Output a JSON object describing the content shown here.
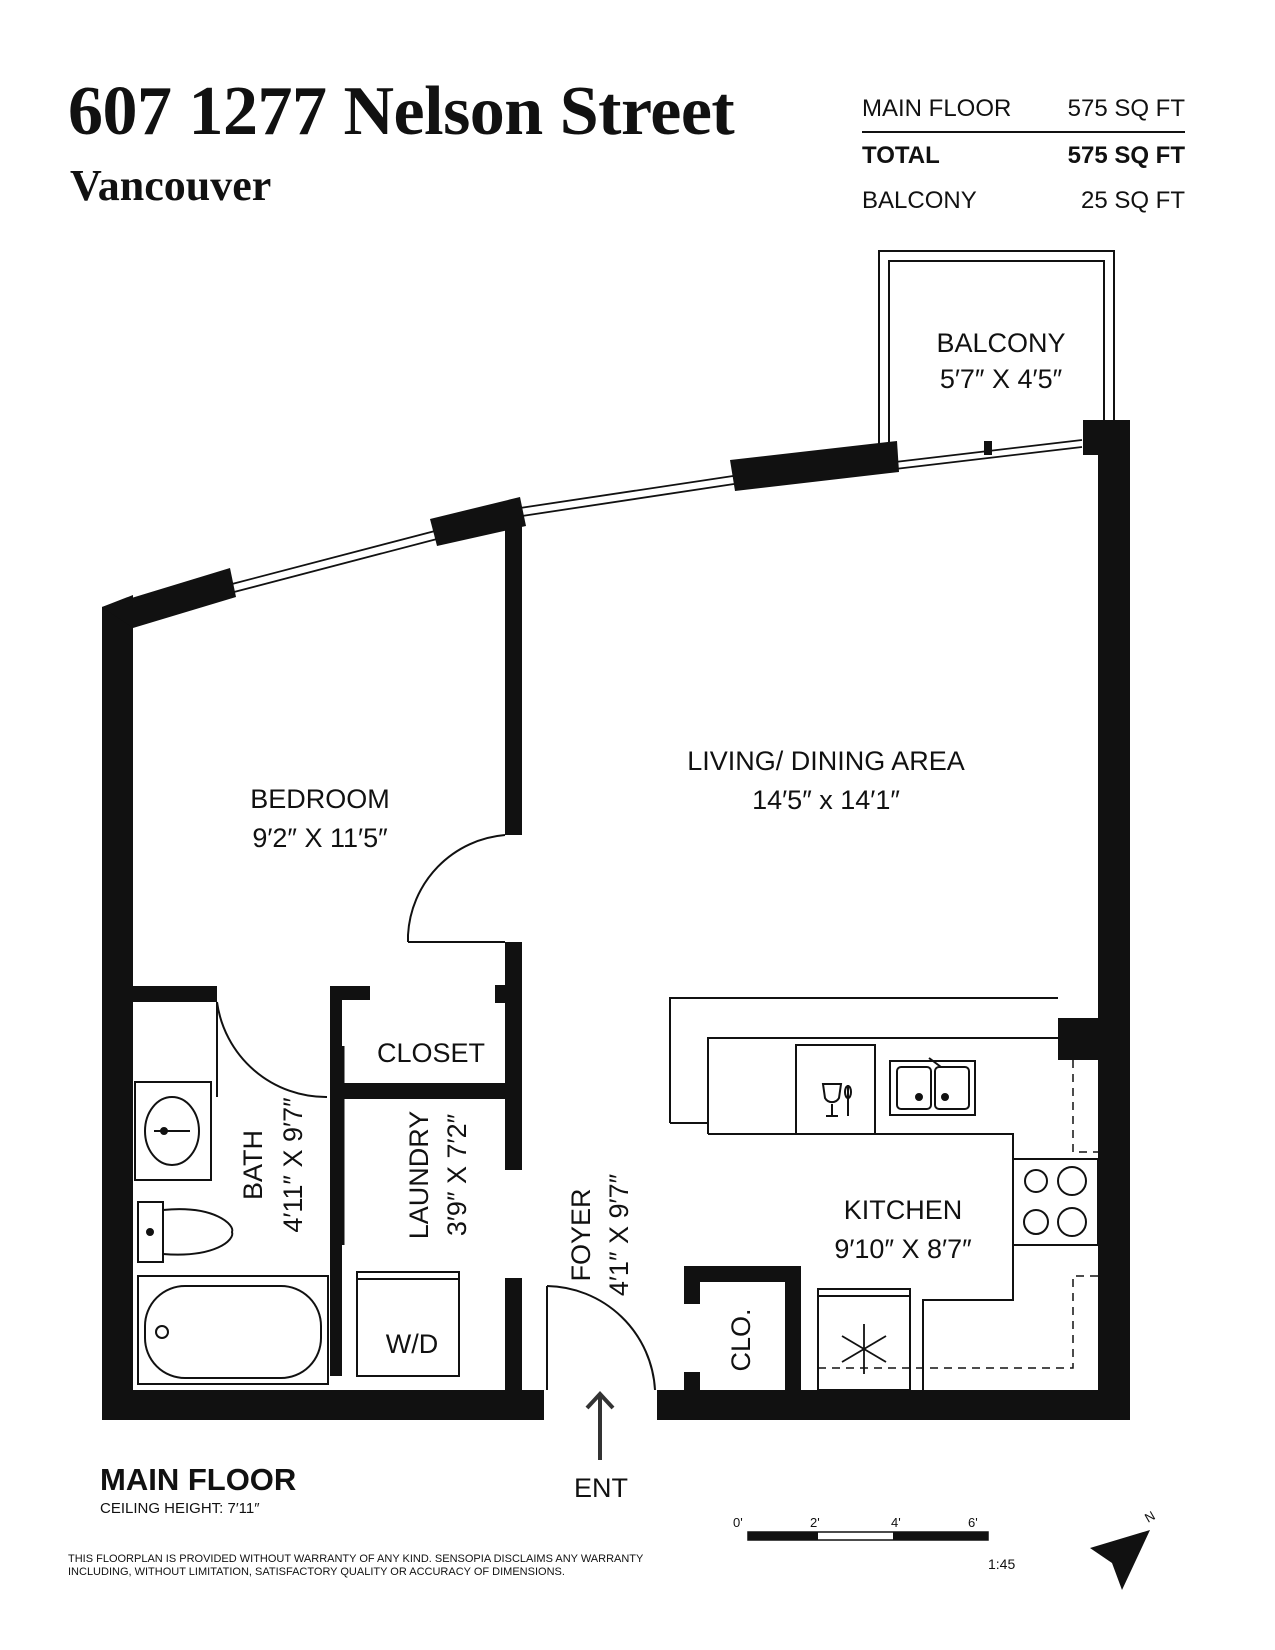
{
  "header": {
    "title": "607 1277 Nelson Street",
    "subtitle": "Vancouver"
  },
  "area_summary": {
    "rows": [
      {
        "label": "MAIN FLOOR",
        "value": "575 SQ FT"
      },
      {
        "label": "TOTAL",
        "value": "575 SQ FT"
      },
      {
        "label": "BALCONY",
        "value": "25 SQ FT"
      }
    ]
  },
  "rooms": {
    "balcony": {
      "name": "BALCONY",
      "dims": "5′7″ X 4′5″"
    },
    "living": {
      "name": "LIVING/ DINING AREA",
      "dims": "14′5″ x 14′1″"
    },
    "bedroom": {
      "name": "BEDROOM",
      "dims": "9′2″ X 11′5″"
    },
    "closet": {
      "name": "CLOSET"
    },
    "kitchen": {
      "name": "KITCHEN",
      "dims": "9′10″ X 8′7″"
    },
    "bath": {
      "name": "BATH",
      "dims": "4′11″ X 9′7″"
    },
    "laundry": {
      "name": "LAUNDRY",
      "dims": "3′9″ X 7′2″"
    },
    "foyer": {
      "name": "FOYER",
      "dims": "4′1″ X 9′7″"
    },
    "clo": {
      "name": "CLO."
    },
    "wd": {
      "name": "W/D"
    }
  },
  "entry_label": "ENT",
  "footer": {
    "floor_title": "MAIN FLOOR",
    "ceiling": "CEILING HEIGHT: 7′11″",
    "disclaimer": "THIS FLOORPLAN IS PROVIDED WITHOUT WARRANTY OF ANY KIND. SENSOPIA DISCLAIMS ANY WARRANTY INCLUDING, WITHOUT LIMITATION, SATISFACTORY QUALITY OR ACCURACY OF DIMENSIONS."
  },
  "scale_bar": {
    "ticks": [
      "0'",
      "2'",
      "4'",
      "6'"
    ],
    "ratio": "1:45"
  },
  "north_label": "N"
}
